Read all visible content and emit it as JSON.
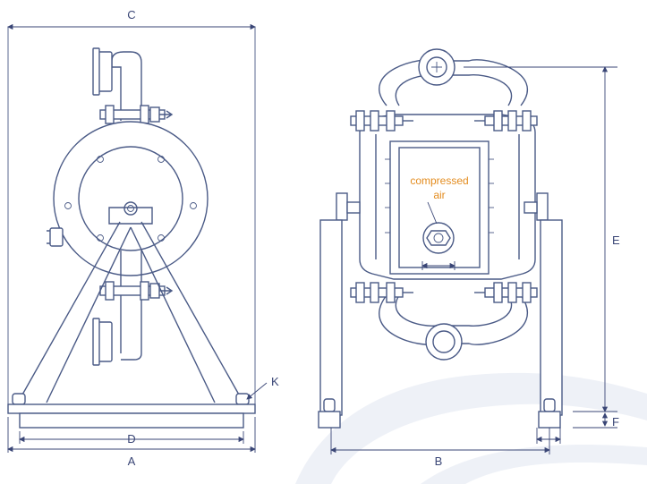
{
  "labels": {
    "a": "A",
    "b": "B",
    "c": "C",
    "d": "D",
    "e": "E",
    "f": "F",
    "k": "K",
    "air_line1": "compressed",
    "air_line2": "air"
  },
  "colors": {
    "line": "#4a5a86",
    "dimension": "#3a4676",
    "annotation": "#e38c1f",
    "background_swoosh": "#eef1f7"
  }
}
